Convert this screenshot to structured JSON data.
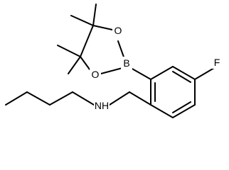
{
  "structure": {
    "atoms": {
      "o_top": "O",
      "o_bottom": "O",
      "boron": "B",
      "fluorine": "F",
      "amine": "NH"
    }
  },
  "colors": {
    "bond": "#000000",
    "label": "#000000",
    "background": "#ffffff"
  }
}
